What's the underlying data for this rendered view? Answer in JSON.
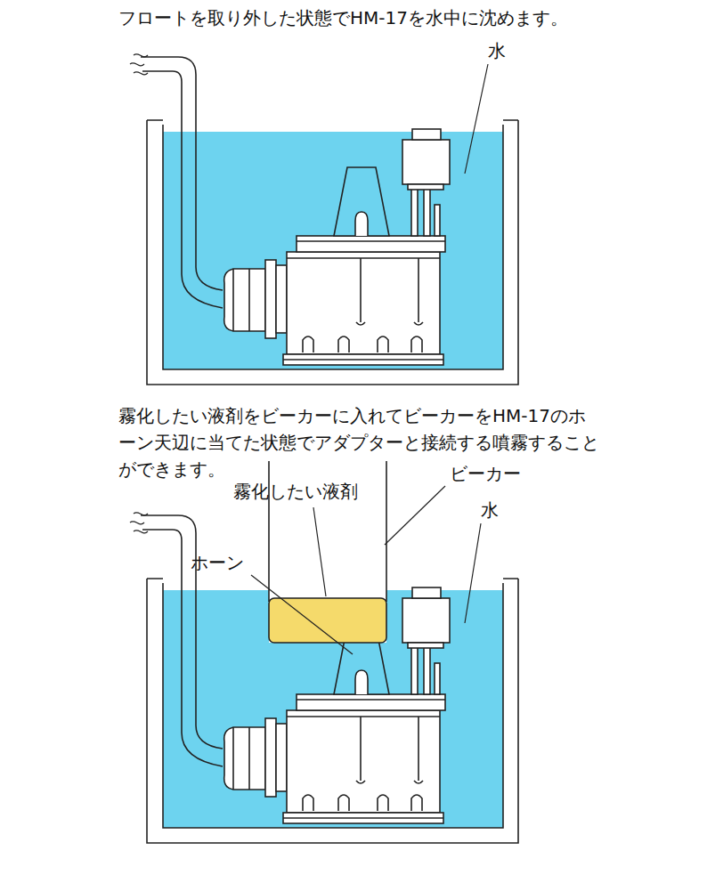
{
  "diagram": {
    "labels": [
      "フロートを取り外した状態でHM-17を水中に沈めます。",
      "水",
      "霧化したい液剤をビーカーに入れてビーカーをHM-17のホーン天辺に当てた状態でアダプターと接続する噴霧することができます。",
      "ビーカー",
      "霧化したい液剤",
      "水",
      "ホーン"
    ]
  }
}
